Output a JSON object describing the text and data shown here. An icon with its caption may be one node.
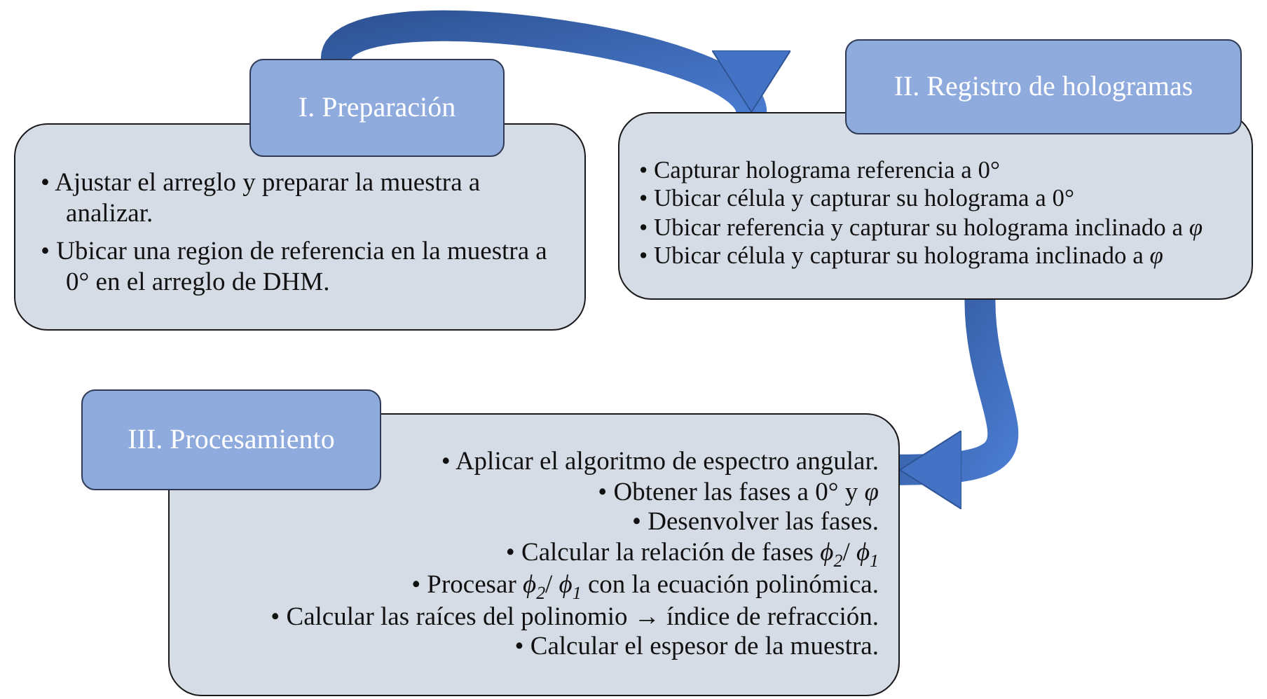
{
  "diagram": {
    "nodes": [
      {
        "text": [
          "I. Preparación"
        ]
      },
      {
        "text": [
          "• Ajustar el arreglo y preparar la muestra a analizar.",
          "• Ubicar una region de referencia en la muestra a 0° en el arreglo de DHM."
        ]
      },
      {
        "text": [
          "II. Registro de hologramas"
        ]
      },
      {
        "text": [
          "• Capturar holograma referencia a 0°",
          "• Ubicar célula y capturar su holograma a 0°",
          "• Ubicar referencia y capturar su holograma inclinado a *φ*",
          "• Ubicar célula y capturar su holograma inclinado a *φ*"
        ]
      },
      {
        "text": [
          "III. Procesamiento"
        ]
      },
      {
        "text": [
          "• Aplicar el algoritmo de espectro angular.",
          "• Obtener las fases a 0° y *φ*",
          "• Desenvolver las fases.",
          "• Calcular la relación de fases *ϕ*$_{2}$/ *ϕ*$_{1}$",
          "• Procesar *ϕ*$_{2}$/ *ϕ*$_{1}$ con la ecuación polinómica.",
          "• Calcular las raíces del polinomio → índice de refracción.",
          "• Calcular el espesor de la muestra."
        ]
      }
    ],
    "edges": [
      {
        "from": 0,
        "to": 3,
        "arrow": "to",
        "style": "thick"
      },
      {
        "from": 3,
        "to": 5,
        "arrow": "to",
        "style": "thick"
      }
    ]
  }
}
